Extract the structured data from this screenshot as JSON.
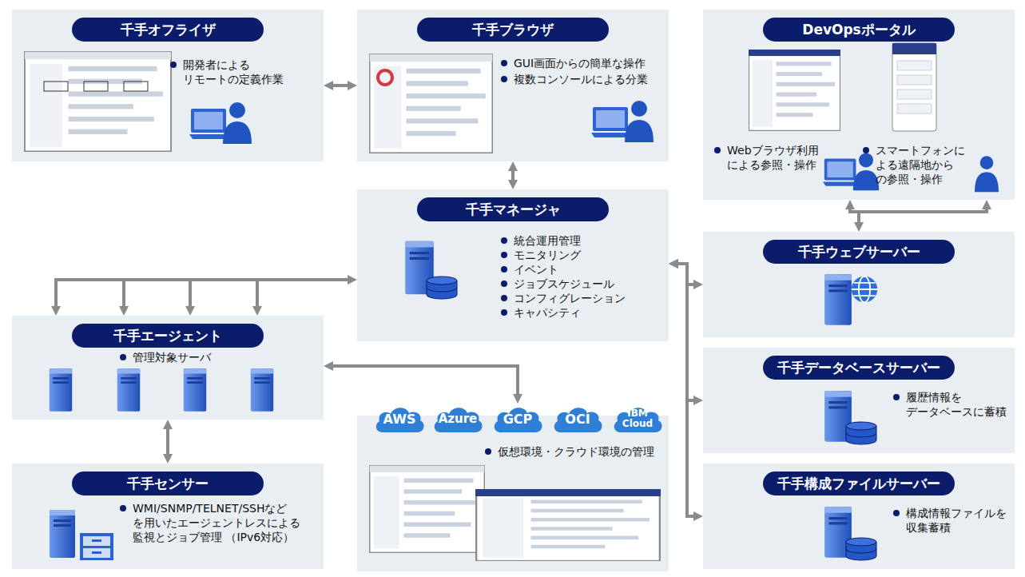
{
  "diagram": {
    "nodes": [
      {
        "text": [
          "千手オフライザ",
          "開発者による リモートの定義作業"
        ]
      },
      {
        "text": [
          "千手ブラウザ",
          "GUI画面からの簡単な操作",
          "複数コンソールによる分業"
        ]
      },
      {
        "text": [
          "DevOpsポータル",
          "Webブラウザ利用 による参照・操作",
          "スマートフォンに よる遠隔地から の参照・操作"
        ]
      },
      {
        "text": [
          "千手マネージャ",
          "統合運用管理",
          "モニタリング",
          "イベント",
          "ジョブスケジュール",
          "コンフィグレーション",
          "キャパシティ"
        ]
      },
      {
        "text": [
          "千手ウェブサーバー"
        ]
      },
      {
        "text": [
          "千手エージェント",
          "管理対象サーバ"
        ]
      },
      {
        "text": [
          "千手データベースサーバー",
          "履歴情報を データベースに蓄積"
        ]
      },
      {
        "text": [
          "仮想環境・クラウド環境の管理"
        ]
      },
      {
        "text": [
          "AWS"
        ],
        "in": 7
      },
      {
        "text": [
          "Azure"
        ],
        "in": 7
      },
      {
        "text": [
          "GCP"
        ],
        "in": 7
      },
      {
        "text": [
          "OCI"
        ],
        "in": 7
      },
      {
        "text": [
          "IBM Cloud"
        ],
        "in": 7
      },
      {
        "text": [
          "千手センサー",
          "WMI/SNMP/TELNET/SSHなど を用いたエージェントレスによる 監視とジョブ管理 （IPv6対応）"
        ]
      },
      {
        "text": [
          "千手構成ファイルサーバー",
          "構成情報ファイルを 収集蓄積"
        ]
      }
    ],
    "edges": [
      {
        "from": 0,
        "to": 1,
        "arrow": "both"
      },
      {
        "from": 1,
        "to": 3,
        "arrow": "both"
      },
      {
        "from": 3,
        "to": 5,
        "arrow": "both"
      },
      {
        "from": 5,
        "to": 10,
        "arrow": "both"
      },
      {
        "from": 5,
        "to": 13,
        "arrow": "both"
      },
      {
        "from": 2,
        "to": 4,
        "arrow": "both"
      },
      {
        "from": 3,
        "to": 4,
        "arrow": "both"
      },
      {
        "from": 3,
        "to": 6,
        "arrow": "both"
      },
      {
        "from": 3,
        "to": 14,
        "arrow": "both"
      }
    ]
  }
}
